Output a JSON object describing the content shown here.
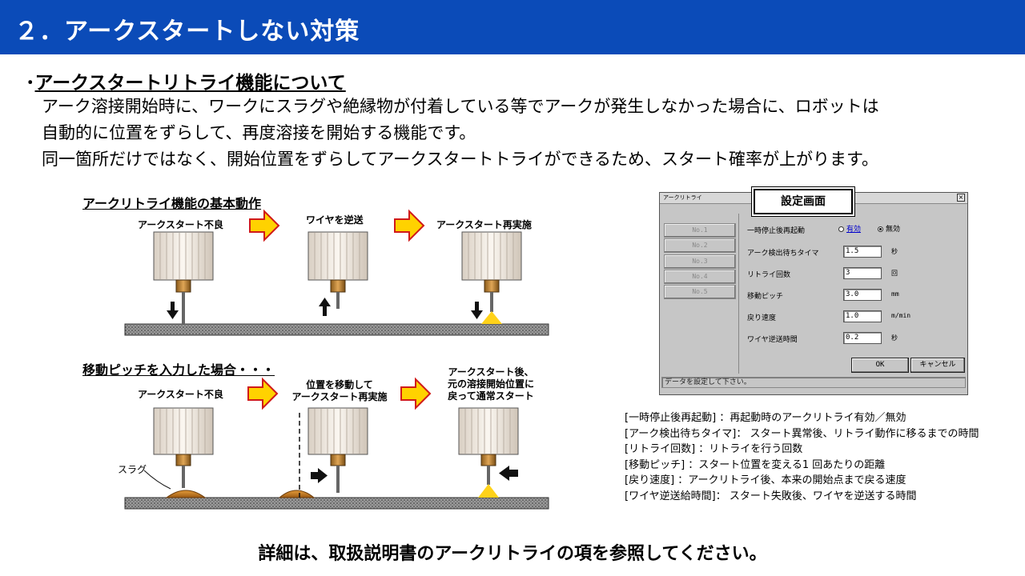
{
  "header": {
    "title": "２．アークスタートしない対策"
  },
  "section": {
    "heading_bullet": "･",
    "heading": "アークスタートリトライ機能について",
    "paragraphs": [
      "アーク溶接開始時に、ワークにスラグや絶縁物が付着している等でアークが発生しなかった場合に、ロボットは",
      "自動的に位置をずらして、再度溶接を開始する機能です。",
      "同一箇所だけではなく、開始位置をずらしてアークスタートトライができるため、スタート確率が上がります。"
    ]
  },
  "diagram_top": {
    "heading": "アークリトライ機能の基本動作",
    "steps": [
      "アークスタート不良",
      "ワイヤを逆送",
      "アークスタート再実施"
    ]
  },
  "diagram_bottom": {
    "heading": "移動ピッチを入力した場合・・・",
    "steps": [
      "アークスタート不良",
      "位置を移動して",
      "アークスタート再実施",
      "アークスタート後、",
      "元の溶接開始位置に",
      "戻って通常スタート"
    ],
    "slag_label": "スラグ"
  },
  "settings_window": {
    "callout": "設定画面",
    "caption": "アークリトライ",
    "close": "×",
    "tabs": [
      "No.1",
      "No.2",
      "No.3",
      "No.4",
      "No.5"
    ],
    "restart_label": "一時停止後再起動",
    "radio_enabled": "有効",
    "radio_disabled": "無効",
    "fields": [
      {
        "label": "アーク検出待ちタイマ",
        "value": "1.5",
        "unit": "秒"
      },
      {
        "label": "リトライ回数",
        "value": "3",
        "unit": "回"
      },
      {
        "label": "移動ピッチ",
        "value": "3.0",
        "unit": "mm"
      },
      {
        "label": "戻り速度",
        "value": "1.0",
        "unit": "m/min"
      },
      {
        "label": "ワイヤ逆送時間",
        "value": "0.2",
        "unit": "秒"
      }
    ],
    "ok": "OK",
    "cancel": "キャンセル",
    "status": "データを設定して下さい。"
  },
  "legend": [
    "[一時停止後再起動] ：再起動時のアークリトライ有効／無効",
    "[アーク検出待ちタイマ]： スタート異常後、リトライ動作に移るまでの時間",
    "[リトライ回数] ：リトライを行う回数",
    "[移動ピッチ] ：スタート位置を変える1 回あたりの距離",
    "[戻り速度] ：アークリトライ後、本来の開始点まで戻る速度",
    "[ワイヤ逆送給時間]： スタート失敗後、ワイヤを逆送する時間"
  ],
  "footer": "詳細は、取扱説明書のアークリトライの項を参照してください。"
}
